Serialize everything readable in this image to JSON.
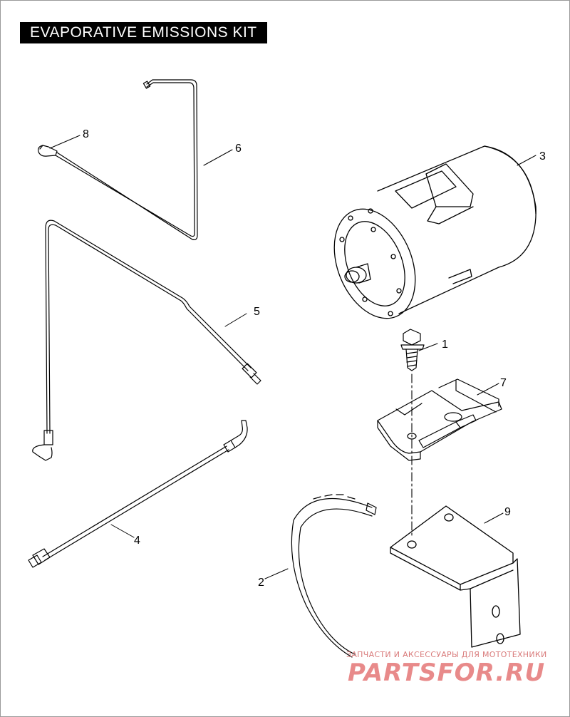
{
  "title": "EVAPORATIVE EMISSIONS KIT",
  "callouts": [
    "1",
    "2",
    "3",
    "4",
    "5",
    "6",
    "7",
    "8",
    "9"
  ],
  "watermark": {
    "subtitle": "ЗАПЧАСТИ И АКСЕССУАРЫ ДЛЯ МОТОТЕХНИКИ",
    "logo": "PARTSFOR.RU",
    "color": "#e88a8a"
  },
  "colors": {
    "line": "#000000",
    "title_bg": "#000000",
    "title_fg": "#ffffff"
  }
}
